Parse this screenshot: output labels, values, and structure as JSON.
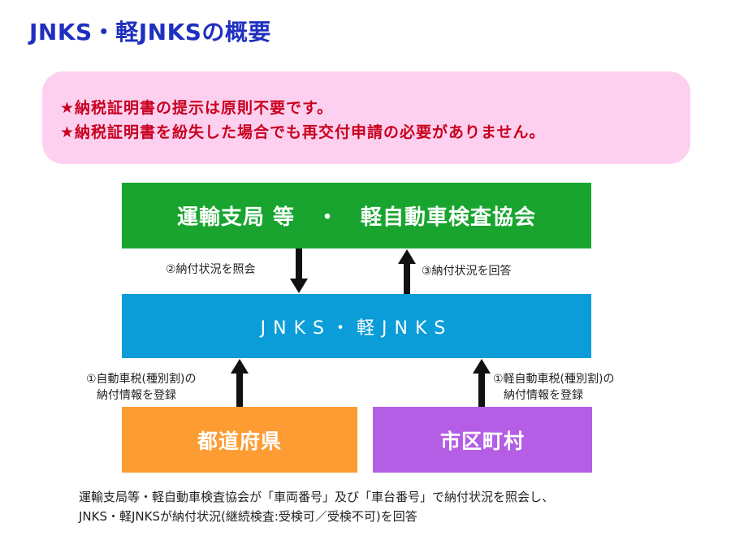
{
  "title": "JNKS・軽JNKSの概要",
  "notice": {
    "line1": "★納税証明書の提示は原則不要です。",
    "line2": "★納税証明書を紛失した場合でも再交付申請の必要がありません。"
  },
  "boxes": {
    "top": "運輸支局 等　・　軽自動車検査協会",
    "middle": "JNKS・軽JNKS",
    "left": "都道府県",
    "right": "市区町村"
  },
  "labels": {
    "inquire": "②納付状況を照会",
    "answer": "③納付状況を回答",
    "left_register_line1": "①自動車税(種別割)の",
    "left_register_line2": "納付情報を登録",
    "right_register_line1": "①軽自動車税(種別割)の",
    "right_register_line2": "納付情報を登録"
  },
  "footer": {
    "line1": "運輸支局等・軽自動車検査協会が「車両番号」及び「車台番号」で納付状況を照会し、",
    "line2": "JNKS・軽JNKSが納付状況(継続検査:受検可／受検不可)を回答"
  },
  "colors": {
    "title": "#1f2fbf",
    "notice_bg": "#fdd0f0",
    "notice_text": "#c8001e",
    "top_box": "#19a430",
    "middle_box": "#0a9dd8",
    "left_box": "#fd9c33",
    "right_box": "#b45ee6"
  }
}
